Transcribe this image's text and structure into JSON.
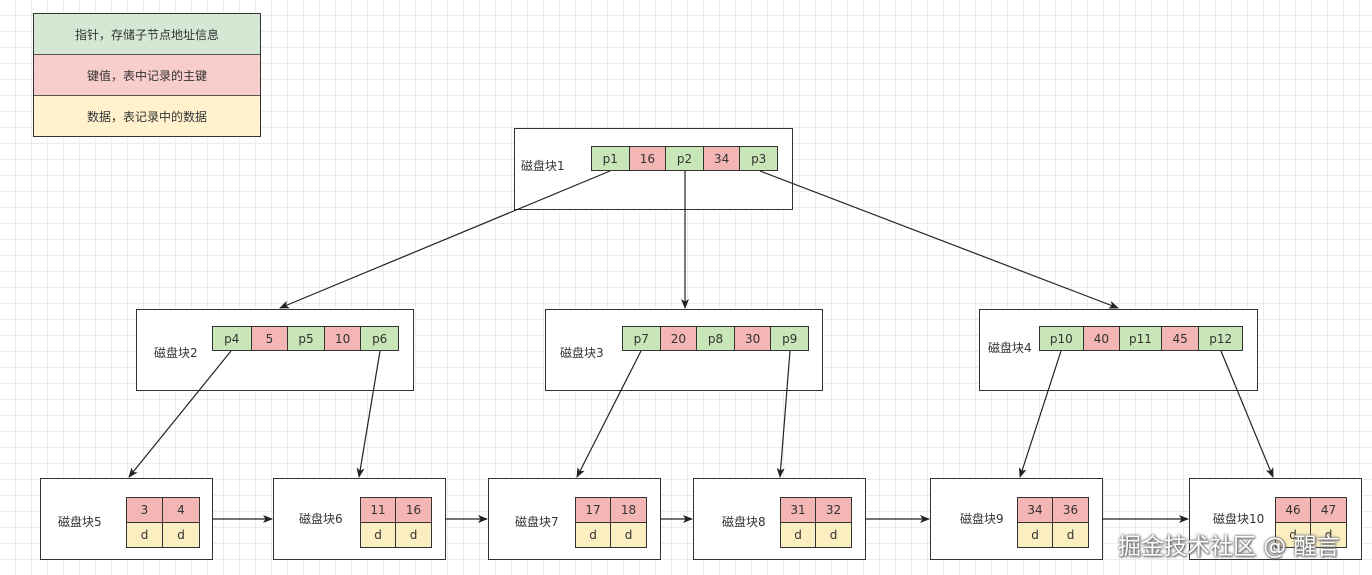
{
  "legend": [
    {
      "text": "指针，存储子节点地址信息",
      "color": "#d5e8d4"
    },
    {
      "text": "键值，表中记录的主键",
      "color": "#f8cecc"
    },
    {
      "text": "数据，表记录中的数据",
      "color": "#fff2cc"
    }
  ],
  "root": {
    "label": "磁盘块1",
    "cells": [
      {
        "t": "p",
        "v": "p1"
      },
      {
        "t": "k",
        "v": "16"
      },
      {
        "t": "p",
        "v": "p2"
      },
      {
        "t": "k",
        "v": "34"
      },
      {
        "t": "p",
        "v": "p3"
      }
    ]
  },
  "inner": [
    {
      "label": "磁盘块2",
      "cells": [
        {
          "t": "p",
          "v": "p4"
        },
        {
          "t": "k",
          "v": "5"
        },
        {
          "t": "p",
          "v": "p5"
        },
        {
          "t": "k",
          "v": "10"
        },
        {
          "t": "p",
          "v": "p6"
        }
      ]
    },
    {
      "label": "磁盘块3",
      "cells": [
        {
          "t": "p",
          "v": "p7"
        },
        {
          "t": "k",
          "v": "20"
        },
        {
          "t": "p",
          "v": "p8"
        },
        {
          "t": "k",
          "v": "30"
        },
        {
          "t": "p",
          "v": "p9"
        }
      ]
    },
    {
      "label": "磁盘块4",
      "cells": [
        {
          "t": "p",
          "v": "p10"
        },
        {
          "t": "k",
          "v": "40"
        },
        {
          "t": "p",
          "v": "p11"
        },
        {
          "t": "k",
          "v": "45"
        },
        {
          "t": "p",
          "v": "p12"
        }
      ]
    }
  ],
  "leaves": [
    {
      "label": "磁盘块5",
      "keys": [
        "3",
        "4"
      ],
      "data": [
        "d",
        "d"
      ]
    },
    {
      "label": "磁盘块6",
      "keys": [
        "11",
        "16"
      ],
      "data": [
        "d",
        "d"
      ]
    },
    {
      "label": "磁盘块7",
      "keys": [
        "17",
        "18"
      ],
      "data": [
        "d",
        "d"
      ]
    },
    {
      "label": "磁盘块8",
      "keys": [
        "31",
        "32"
      ],
      "data": [
        "d",
        "d"
      ]
    },
    {
      "label": "磁盘块9",
      "keys": [
        "34",
        "36"
      ],
      "data": [
        "d",
        "d"
      ]
    },
    {
      "label": "磁盘块10",
      "keys": [
        "46",
        "47"
      ],
      "data": [
        "d",
        "d"
      ]
    }
  ],
  "watermark": "掘金技术社区 @ 醒言"
}
